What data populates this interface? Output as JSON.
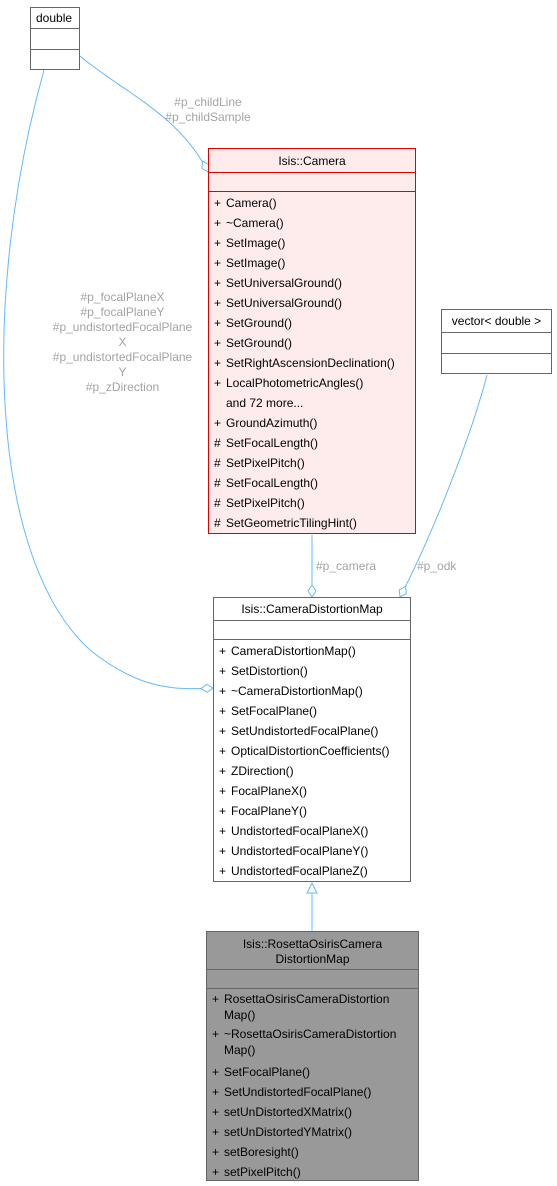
{
  "classes": {
    "double": {
      "name": "double",
      "members": []
    },
    "camera": {
      "name": "Isis::Camera",
      "members": [
        {
          "vis": "+",
          "name": "Camera()"
        },
        {
          "vis": "+",
          "name": "~Camera()"
        },
        {
          "vis": "+",
          "name": "SetImage()"
        },
        {
          "vis": "+",
          "name": "SetImage()"
        },
        {
          "vis": "+",
          "name": "SetUniversalGround()"
        },
        {
          "vis": "+",
          "name": "SetUniversalGround()"
        },
        {
          "vis": "+",
          "name": "SetGround()"
        },
        {
          "vis": "+",
          "name": "SetGround()"
        },
        {
          "vis": "+",
          "name": "SetRightAscensionDeclination()"
        },
        {
          "vis": "+",
          "name": "LocalPhotometricAngles()"
        },
        {
          "vis": "",
          "name": "and 72 more..."
        },
        {
          "vis": "+",
          "name": "GroundAzimuth()"
        },
        {
          "vis": "#",
          "name": "SetFocalLength()"
        },
        {
          "vis": "#",
          "name": "SetPixelPitch()"
        },
        {
          "vis": "#",
          "name": "SetFocalLength()"
        },
        {
          "vis": "#",
          "name": "SetPixelPitch()"
        },
        {
          "vis": "#",
          "name": "SetGeometricTilingHint()"
        }
      ]
    },
    "vector": {
      "name": "vector< double >",
      "members": []
    },
    "distortion_map": {
      "name": "Isis::CameraDistortionMap",
      "members": [
        {
          "vis": "+",
          "name": "CameraDistortionMap()"
        },
        {
          "vis": "+",
          "name": "SetDistortion()"
        },
        {
          "vis": "+",
          "name": "~CameraDistortionMap()"
        },
        {
          "vis": "+",
          "name": "SetFocalPlane()"
        },
        {
          "vis": "+",
          "name": "SetUndistortedFocalPlane()"
        },
        {
          "vis": "+",
          "name": "OpticalDistortionCoefficients()"
        },
        {
          "vis": "+",
          "name": "ZDirection()"
        },
        {
          "vis": "+",
          "name": "FocalPlaneX()"
        },
        {
          "vis": "+",
          "name": "FocalPlaneY()"
        },
        {
          "vis": "+",
          "name": "UndistortedFocalPlaneX()"
        },
        {
          "vis": "+",
          "name": "UndistortedFocalPlaneY()"
        },
        {
          "vis": "+",
          "name": "UndistortedFocalPlaneZ()"
        }
      ]
    },
    "rosetta": {
      "name_line1": "Isis::RosettaOsirisCamera",
      "name_line2": "DistortionMap",
      "members": [
        {
          "vis": "+",
          "name": "RosettaOsirisCameraDistortion Map()"
        },
        {
          "vis": "+",
          "name": "~RosettaOsirisCameraDistortion Map()"
        },
        {
          "vis": "+",
          "name": "SetFocalPlane()"
        },
        {
          "vis": "+",
          "name": "SetUndistortedFocalPlane()"
        },
        {
          "vis": "+",
          "name": "setUnDistortedXMatrix()"
        },
        {
          "vis": "+",
          "name": "setUnDistortedYMatrix()"
        },
        {
          "vis": "+",
          "name": "setBoresight()"
        },
        {
          "vis": "+",
          "name": "setPixelPitch()"
        }
      ]
    }
  },
  "edge_labels": {
    "double_to_camera": [
      "#p_childLine",
      "#p_childSample"
    ],
    "double_to_distortion": [
      "#p_focalPlaneX",
      "#p_focalPlaneY",
      "#p_undistortedFocalPlane",
      "X",
      "#p_undistortedFocalPlane",
      "Y",
      "#p_zDirection"
    ],
    "camera_to_distortion": "#p_camera",
    "vector_to_distortion": "#p_odk"
  },
  "colors": {
    "edge": "#63b8ff",
    "label": "#a3a3a3",
    "camera_fill": "#fdeceb",
    "camera_border": "#e00000",
    "current_fill": "#999999",
    "current_border": "#666666",
    "node_border": "#666666"
  }
}
